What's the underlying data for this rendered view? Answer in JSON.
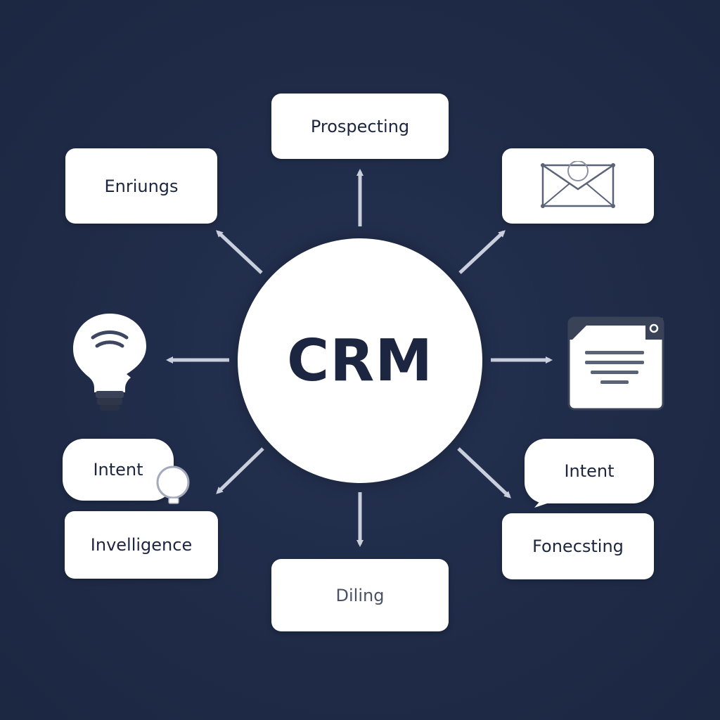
{
  "hub": {
    "label": "CRM"
  },
  "nodes": {
    "top": {
      "label": "Prospecting"
    },
    "top_left": {
      "label": "Enriungs"
    },
    "top_right": {
      "icon": "envelope-icon"
    },
    "left": {
      "icon": "lightbulb-icon"
    },
    "right": {
      "icon": "browser-window-icon"
    },
    "bottom_left_bubble": {
      "label": "Intent"
    },
    "bottom_left_box": {
      "label": "Invelligence"
    },
    "bottom_right_bubble": {
      "label": "Intent"
    },
    "bottom_right_box": {
      "label": "Fonecsting"
    },
    "bottom": {
      "label": "Diling"
    }
  },
  "colors": {
    "background": "#1f2b47",
    "card": "#ffffff",
    "text": "#1d2640",
    "arrow": "#c9cfdc",
    "icon_stroke": "#5b6378"
  }
}
